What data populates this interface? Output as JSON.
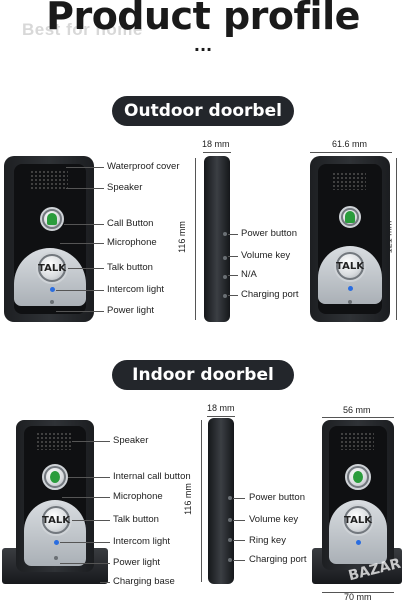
{
  "watermark": "Best for home",
  "title": "Product profile",
  "title_dots": "...",
  "outdoor": {
    "heading": "Outdoor doorbel",
    "labels": [
      "Waterproof cover",
      "Speaker",
      "Call Button",
      "Microphone",
      "Talk button",
      "Intercom light",
      "Power light"
    ],
    "side_labels": [
      "Power button",
      "Volume key",
      "N/A",
      "Charging port"
    ],
    "dim_side_width": "18 mm",
    "dim_height": "116 mm",
    "dim_back_width": "61.6 mm",
    "dim_back_height": "121 mm",
    "talk_label": "TALK"
  },
  "indoor": {
    "heading": "Indoor doorbel",
    "labels": [
      "Speaker",
      "Internal call button",
      "Microphone",
      "Talk button",
      "Intercom light",
      "Power light",
      "Charging base"
    ],
    "side_labels": [
      "Power button",
      "Volume key",
      "Ring key",
      "Charging port"
    ],
    "dim_side_width": "18 mm",
    "dim_height": "116 mm",
    "dim_back_width": "56 mm",
    "dim_back_depth": "70 mm",
    "talk_label": "TALK"
  },
  "corner_watermark": "BAZAR"
}
